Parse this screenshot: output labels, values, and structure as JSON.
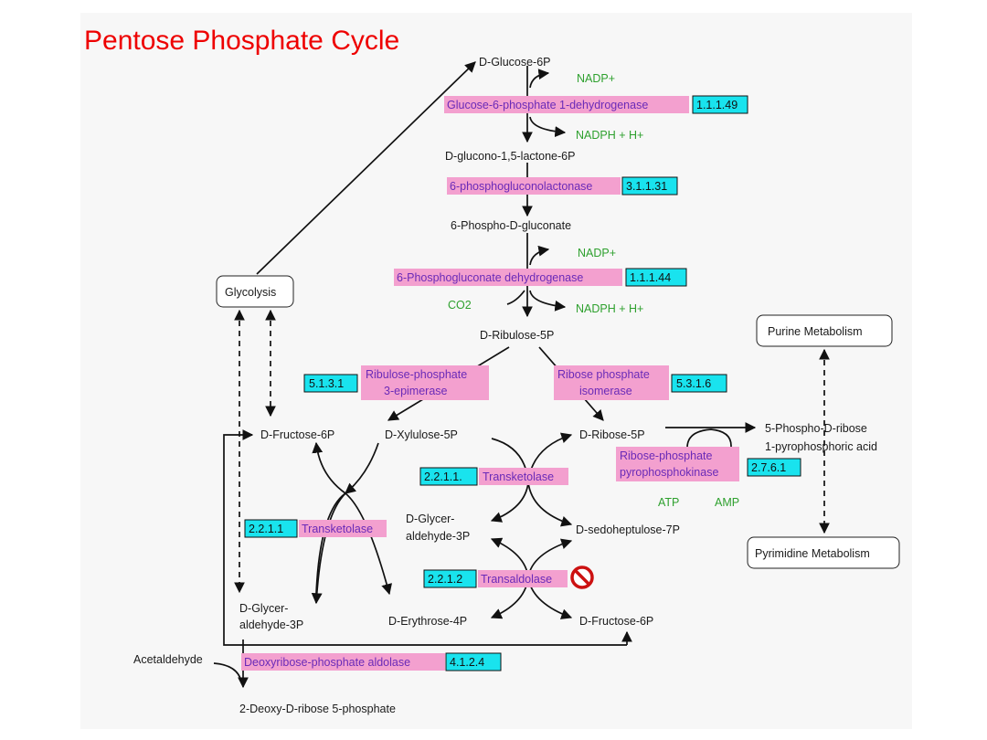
{
  "title": "Pentose Phosphate Cycle",
  "metabolites": {
    "glucose6p": "D-Glucose-6P",
    "gluconolactone": "D-glucono-1,5-lactone-6P",
    "phosphogluconate": "6-Phospho-D-gluconate",
    "ribulose5p": "D-Ribulose-5P",
    "fructose6p_left": "D-Fructose-6P",
    "xylulose5p": "D-Xylulose-5P",
    "ribose5p": "D-Ribose-5P",
    "prpp_line1": "5-Phospho-D-ribose",
    "prpp_line2": "1-pyrophosphoric acid",
    "g3p_mid_line1": "D-Glycer-",
    "g3p_mid_line2": "aldehyde-3P",
    "sedoheptulose7p": "D-sedoheptulose-7P",
    "g3p_left_line1": "D-Glycer-",
    "g3p_left_line2": "aldehyde-3P",
    "erythrose4p": "D-Erythrose-4P",
    "fructose6p_bottom": "D-Fructose-6P",
    "acetaldehyde": "Acetaldehyde",
    "deoxyribose5p": "2-Deoxy-D-ribose 5-phosphate"
  },
  "cofactors": {
    "nadp_1": "NADP+",
    "nadph_1": "NADPH + H+",
    "nadp_2": "NADP+",
    "nadph_2": "NADPH + H+",
    "co2": "CO2",
    "atp": "ATP",
    "amp": "AMP"
  },
  "enzymes": {
    "g6pdh": "Glucose-6-phosphate 1-dehydrogenase",
    "lactonase": "6-phosphogluconolactonase",
    "pgdh": "6-Phosphogluconate dehydrogenase",
    "epimerase_line1": "Ribulose-phosphate",
    "epimerase_line2": "3-epimerase",
    "isomerase_line1": "Ribose phosphate",
    "isomerase_line2": "isomerase",
    "prpp_synth_line1": "Ribose-phosphate",
    "prpp_synth_line2": "pyrophosphokinase",
    "transketolase_mid": "Transketolase",
    "transketolase_left": "Transketolase",
    "transaldolase": "Transaldolase",
    "deoxy_aldolase": "Deoxyribose-phosphate aldolase"
  },
  "ec_numbers": {
    "g6pdh": "1.1.1.49",
    "lactonase": "3.1.1.31",
    "pgdh": "1.1.1.44",
    "epimerase": "5.1.3.1",
    "isomerase": "5.3.1.6",
    "prpp_synth": "2.7.6.1",
    "transketolase_mid": "2.2.1.1.",
    "transketolase_left": "2.2.1.1",
    "transaldolase": "2.2.1.2",
    "deoxy_aldolase": "4.1.2.4"
  },
  "pathways": {
    "glycolysis": "Glycolysis",
    "purine": "Purine Metabolism",
    "pyrimidine": "Pyrimidine Metabolism"
  },
  "colors": {
    "title": "#ee0000",
    "enzyme_fill": "#f3a0cf",
    "enzyme_text": "#6a2ab8",
    "ec_fill": "#19e3ee",
    "cofactor_text": "#2ea02e",
    "inhibitor": "#cc1111"
  },
  "icons": {
    "inhibitor": "prohibition-icon"
  }
}
